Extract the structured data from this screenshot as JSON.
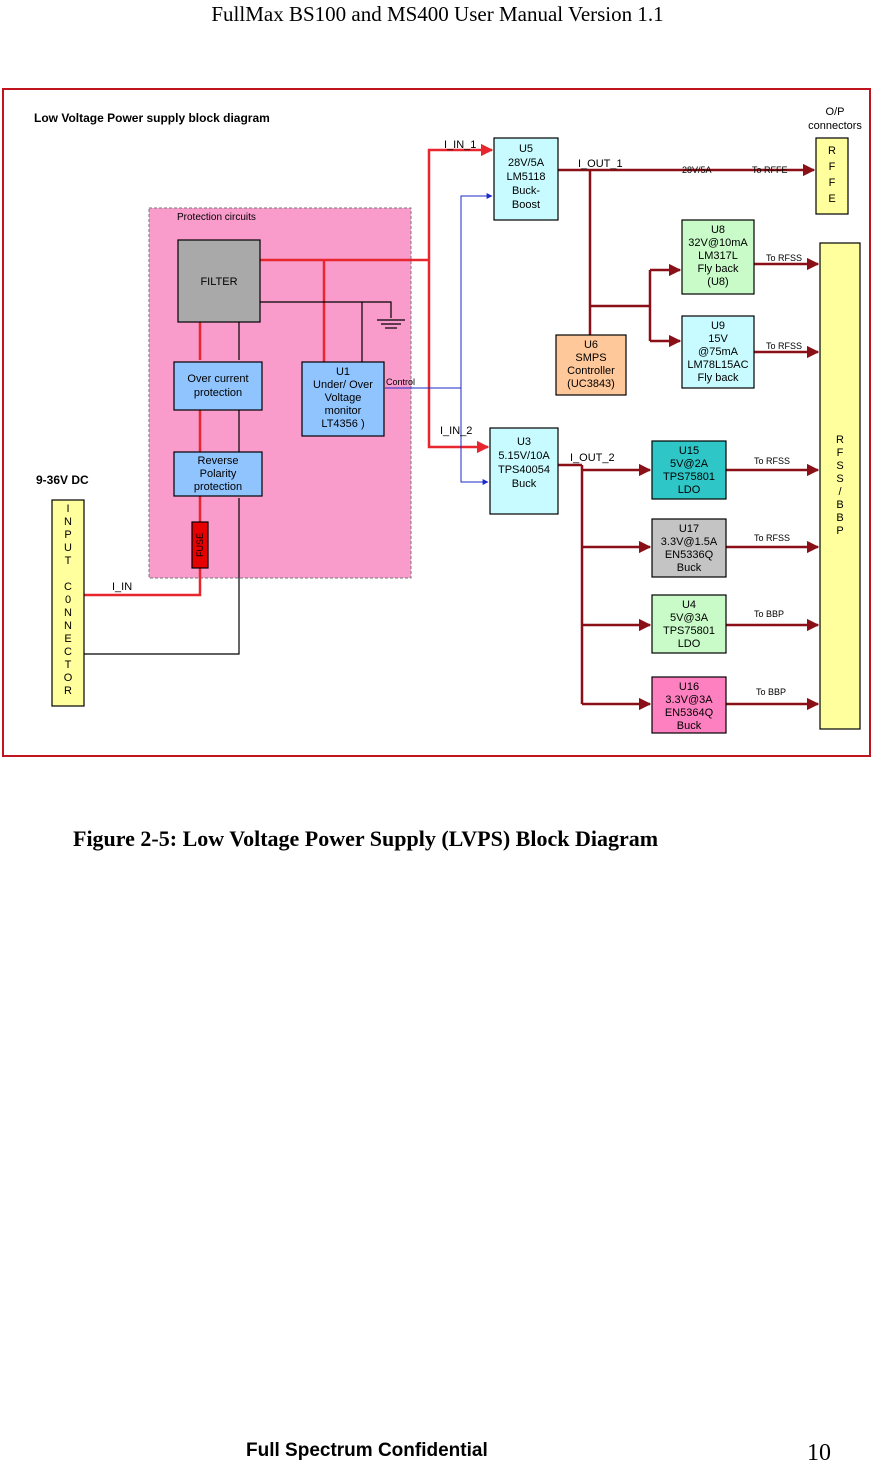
{
  "header": {
    "title": "FullMax BS100 and MS400 User Manual Version 1.1"
  },
  "diagram": {
    "title": "Low Voltage Power supply block diagram",
    "op_connectors": [
      "O/P",
      "connectors"
    ],
    "protection_label": "Protection circuits",
    "input_voltage": "9-36V DC",
    "input_connector": [
      "I",
      "N",
      "P",
      "U",
      "T",
      "",
      "C",
      "0",
      "N",
      "N",
      "E",
      "C",
      "T",
      "O",
      "R"
    ],
    "rffe_connector": [
      "R",
      "F",
      "F",
      "E"
    ],
    "rfss_connector": [
      "R",
      "F",
      "S",
      "S",
      "/",
      "B",
      "B",
      "P"
    ],
    "blocks": {
      "filter": [
        "FILTER"
      ],
      "over_current": [
        "Over current",
        "protection"
      ],
      "reverse_polarity": [
        "Reverse",
        "Polarity",
        "protection"
      ],
      "fuse": "FUSE",
      "u1": [
        "U1",
        "Under/ Over",
        "Voltage",
        "monitor",
        "LT4356 )"
      ],
      "u5": [
        "U5",
        "28V/5A",
        "LM5118",
        "Buck-",
        "Boost"
      ],
      "u3": [
        "U3",
        "5.15V/10A",
        "TPS40054",
        "Buck"
      ],
      "u6": [
        "U6",
        "SMPS",
        "Controller",
        "(UC3843)"
      ],
      "u8": [
        "U8",
        "32V@10mA",
        "LM317L",
        "Fly back",
        "(U8)"
      ],
      "u9": [
        "U9",
        "15V",
        "@75mA",
        "LM78L15AC",
        "Fly back"
      ],
      "u15": [
        "U15",
        "5V@2A",
        "TPS75801",
        "LDO"
      ],
      "u17": [
        "U17",
        "3.3V@1.5A",
        "EN5336Q",
        "Buck"
      ],
      "u4": [
        "U4",
        "5V@3A",
        "TPS75801",
        "LDO"
      ],
      "u16": [
        "U16",
        "3.3V@3A",
        "EN5364Q",
        "Buck"
      ]
    },
    "wire_labels": {
      "i_in_1": "I_IN_1",
      "i_in_2": "I_IN_2",
      "i_out_1": "I_OUT_1",
      "i_out_2": "I_OUT_2",
      "i_in": "I_IN",
      "control": "Control",
      "rffe_rating": "28V/5A"
    },
    "output_labels": {
      "rffe": "To RFFE",
      "u8": "To RFSS",
      "u9": "To RFSS",
      "u15": "To RFSS",
      "u17": "To RFSS",
      "u4": "To BBP",
      "u16": "To BBP"
    }
  },
  "caption": "Figure 2-5: Low Voltage Power Supply (LVPS) Block Diagram",
  "footer": {
    "confidential": "Full Spectrum Confidential",
    "page_number": "10"
  },
  "colors": {
    "frame": "#c0141e",
    "protection_area": "#f99ccc",
    "filter": "#a9a9a9",
    "blue_block": "#8fc4ff",
    "cyan_block": "#c8fbff",
    "teal_block": "#2ec6c6",
    "grey_block": "#c4c4c4",
    "pink_block": "#ff80c0",
    "green_block": "#c8fbc8",
    "orange_block": "#ffc89a",
    "connector": "#ffff9e",
    "fuse": "#e60000",
    "red_wire": "#e8262e",
    "dark_red_wire": "#8b0f16",
    "blue_wire": "#1d2ac8"
  }
}
